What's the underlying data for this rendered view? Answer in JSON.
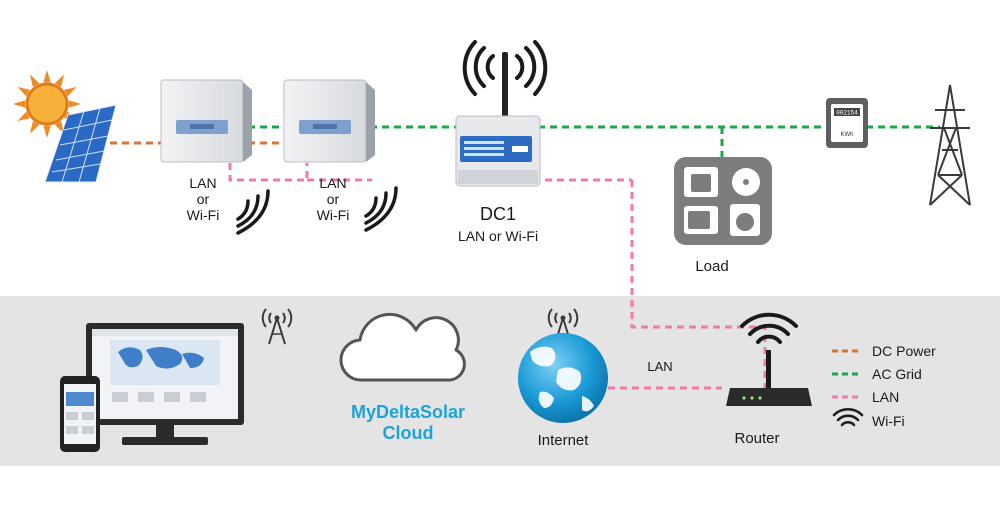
{
  "inverter_labels": [
    {
      "line1": "LAN",
      "line2": "or",
      "line3": "Wi-Fi"
    },
    {
      "line1": "LAN",
      "line2": "or",
      "line3": "Wi-Fi"
    }
  ],
  "dc1": {
    "title": "DC1",
    "subtitle": "LAN or Wi-Fi"
  },
  "load_label": "Load",
  "cloud": {
    "line1": "MyDeltaSolar",
    "line2": "Cloud"
  },
  "internet_label": "Internet",
  "router_label": "Router",
  "lan_link_label": "LAN",
  "meter_display": "002154",
  "meter_unit": "KWh",
  "legend": [
    {
      "label": "DC Power",
      "style": "dashed",
      "color": "#d8733a"
    },
    {
      "label": "AC Grid",
      "style": "dashed",
      "color": "#1aa64a"
    },
    {
      "label": "LAN",
      "style": "dashed",
      "color": "#f07aa8"
    },
    {
      "label": "Wi-Fi",
      "style": "wifi-icon",
      "color": "#1a1a1a"
    }
  ],
  "colors": {
    "dc_power": "#d8733a",
    "ac_grid": "#1aa64a",
    "lan": "#f07aa8",
    "cloud_text": "#1ba4dc",
    "globe": "#1a9ad6",
    "bottom_band": "#e4e4e4"
  },
  "icons": [
    "sun-icon",
    "solar-panel-icon",
    "inverter-icon",
    "wifi-signal-icon",
    "antenna-icon",
    "dc1-device-icon",
    "energy-meter-icon",
    "power-pylon-icon",
    "home-appliances-icon",
    "cell-tower-icon",
    "cloud-icon",
    "globe-icon",
    "router-icon",
    "monitor-icon",
    "smartphone-icon"
  ]
}
